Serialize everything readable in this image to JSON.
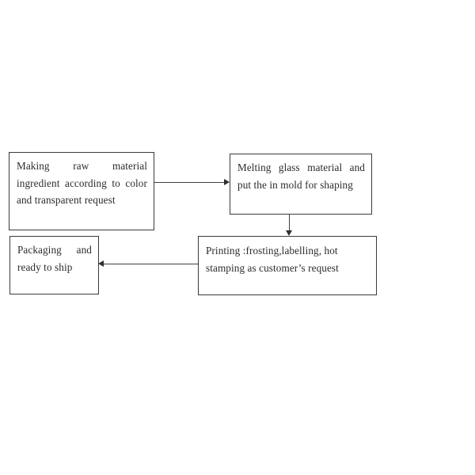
{
  "diagram": {
    "type": "flowchart",
    "title": "",
    "background_color": "#ffffff",
    "border_color": "#3a3a3a",
    "text_color": "#2b2b2b",
    "arrow_color": "#2f2f2f",
    "nodes": [
      {
        "id": "raw-material",
        "label": "Making raw material ingredient according to color and transparent request",
        "step": 1
      },
      {
        "id": "melting",
        "label": "Melting glass material and put the in mold for shaping",
        "step": 2
      },
      {
        "id": "printing",
        "label": "Printing :frosting,labelling,  hot stamping as customer’s request",
        "step": 3
      },
      {
        "id": "packaging",
        "label": "Packaging and ready to ship",
        "step": 4
      }
    ],
    "edges": [
      {
        "id": "raw-to-melting",
        "from": "raw-material",
        "to": "melting",
        "direction": "right"
      },
      {
        "id": "melting-to-printing",
        "from": "melting",
        "to": "printing",
        "direction": "down"
      },
      {
        "id": "printing-to-packaging",
        "from": "printing",
        "to": "packaging",
        "direction": "left"
      }
    ]
  }
}
